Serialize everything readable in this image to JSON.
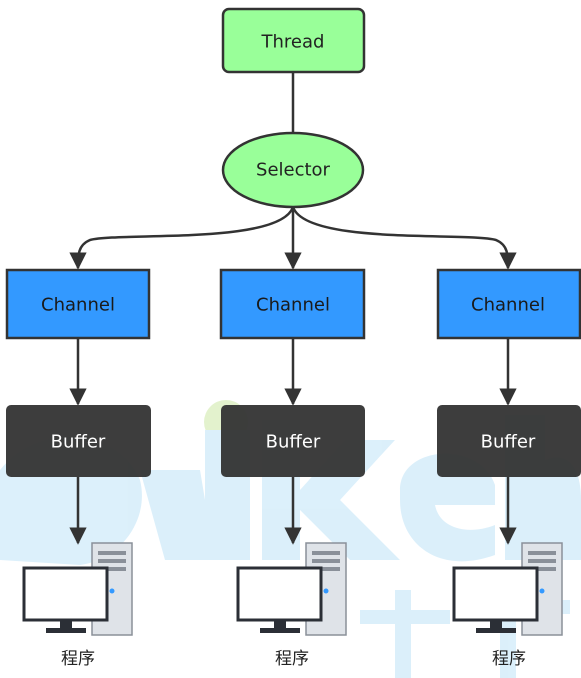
{
  "nodes": {
    "thread": {
      "label": "Thread"
    },
    "selector": {
      "label": "Selector"
    },
    "channels": [
      {
        "label": "Channel"
      },
      {
        "label": "Channel"
      },
      {
        "label": "Channel"
      }
    ],
    "buffers": [
      {
        "label": "Buffer"
      },
      {
        "label": "Buffer"
      },
      {
        "label": "Buffer"
      }
    ],
    "programs": [
      {
        "label": "程序",
        "icon": "computer-icon"
      },
      {
        "label": "程序",
        "icon": "computer-icon"
      },
      {
        "label": "程序",
        "icon": "computer-icon"
      }
    ]
  },
  "watermark": {
    "text": "kaikeba 开课吧"
  },
  "colors": {
    "green_fill": "#99ff99",
    "channel_fill": "#3399ff",
    "buffer_fill": "#333333",
    "stroke": "#333333",
    "watermark": "#bfe3f7"
  }
}
